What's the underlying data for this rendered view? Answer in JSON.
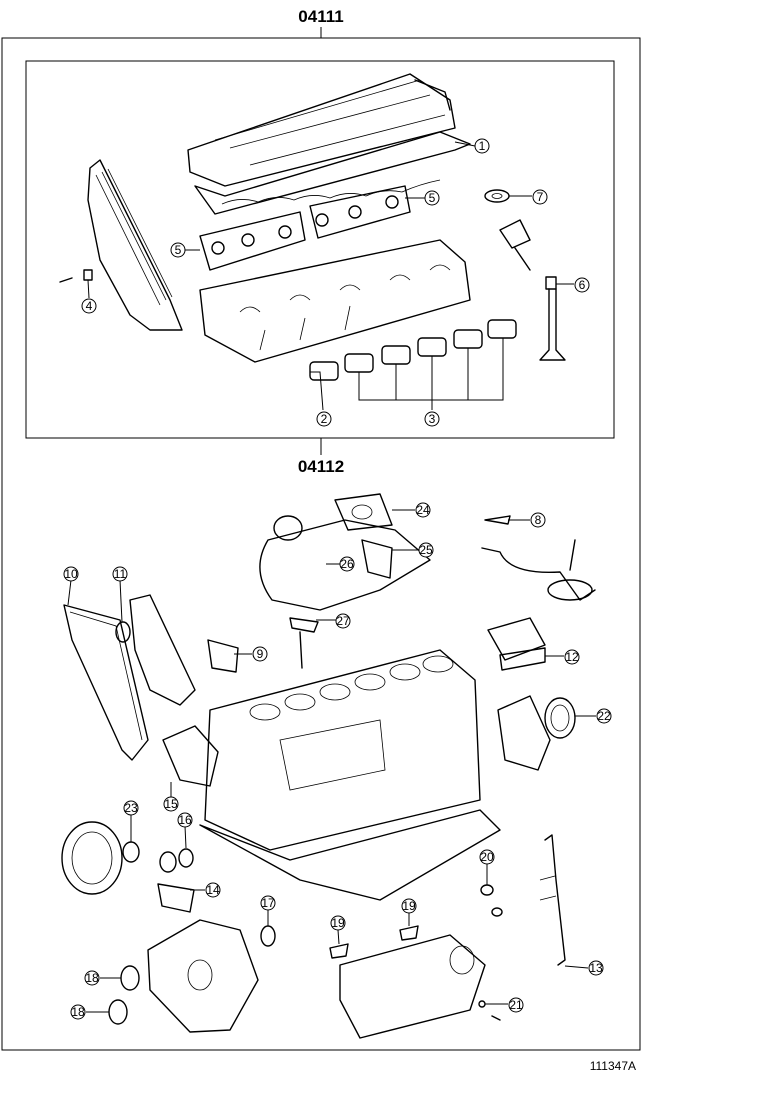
{
  "diagram": {
    "kit_upper_code": "04111",
    "kit_lower_code": "04112",
    "drawing_number": "111347A",
    "callouts": {
      "c1": "1",
      "c2": "2",
      "c3": "3",
      "c4": "4",
      "c5a": "5",
      "c5b": "5",
      "c6": "6",
      "c7": "7",
      "c8": "8",
      "c9": "9",
      "c10": "10",
      "c11": "11",
      "c12": "12",
      "c13": "13",
      "c14": "14",
      "c15": "15",
      "c16": "16",
      "c17": "17",
      "c18a": "18",
      "c18b": "18",
      "c19a": "19",
      "c19b": "19",
      "c20": "20",
      "c21": "21",
      "c22": "22",
      "c23": "23",
      "c24": "24",
      "c25": "25",
      "c26": "26",
      "c27": "27"
    }
  }
}
